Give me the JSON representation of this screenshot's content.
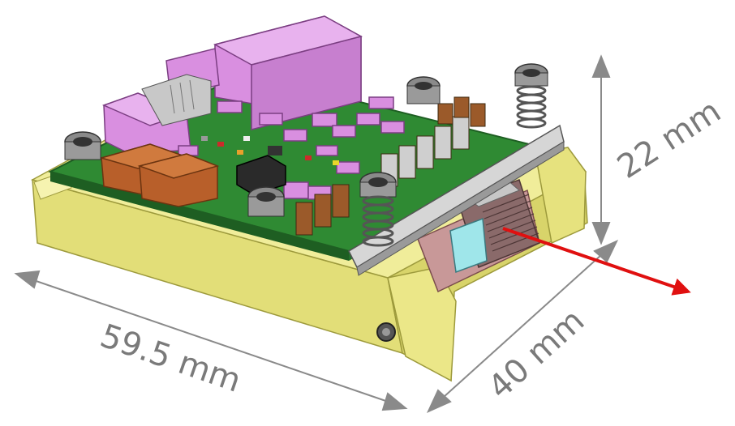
{
  "dimensions": {
    "length": "59.5 mm",
    "width": "40 mm",
    "height": "22 mm"
  },
  "colors": {
    "base": "#ece98c",
    "base_shade": "#cfcb62",
    "base_dark": "#a9a544",
    "pcb": "#2f8a33",
    "pcb_edge": "#1e5e22",
    "magenta": "#d98fe0",
    "brown": "#b85f2a",
    "gray": "#c8c8c8",
    "dimension_arrow": "#8a8a8a",
    "output_arrow": "#e01010",
    "heatsink": "#a87878",
    "lens": "#9fe6ea"
  },
  "icons": [
    "red-output-arrow",
    "dimension-arrows"
  ]
}
